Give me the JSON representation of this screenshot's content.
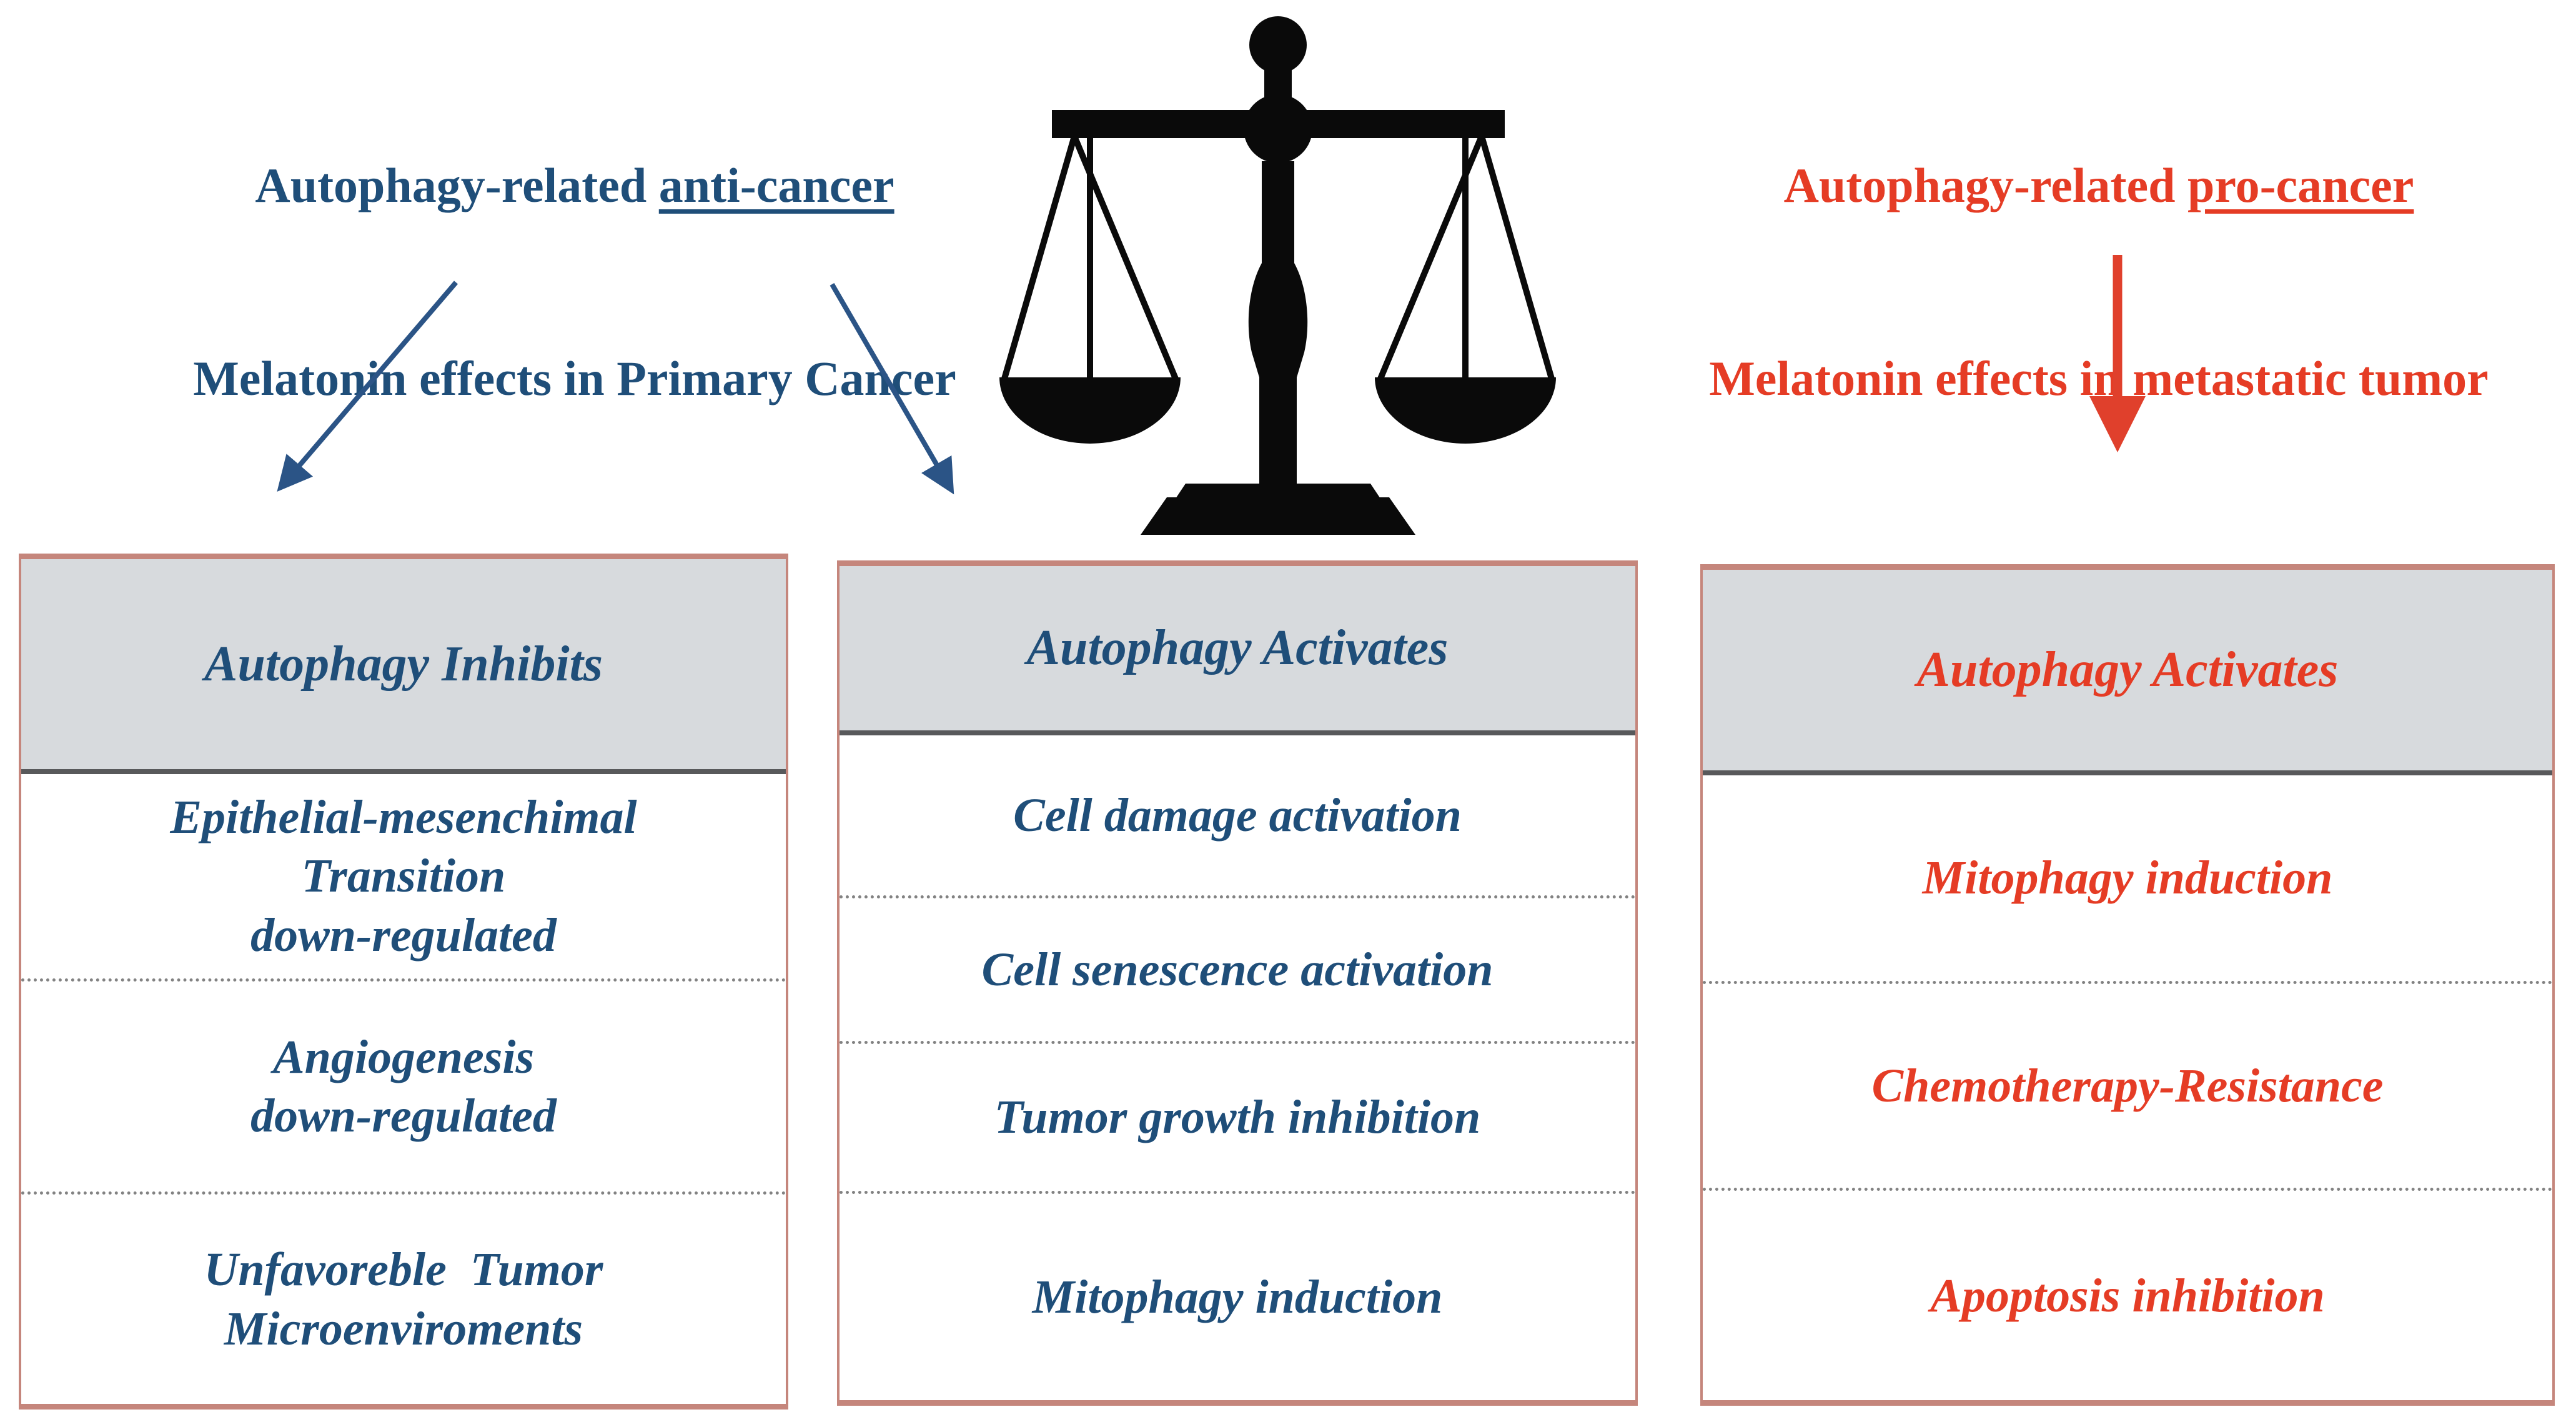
{
  "left_title": {
    "before_underline": "Autophagy-related ",
    "underlined": "anti-cancer",
    "line2": "Melatonin effects in Primary Cancer"
  },
  "right_title": {
    "before_underline": "Autophagy-related ",
    "underlined": "pro-cancer",
    "line2": "Melatonin effects in metastatic tumor"
  },
  "tables": {
    "left": {
      "header": "Autophagy Inhibits",
      "rows": [
        {
          "lines": [
            "Epithelial-mesenchimal",
            "Transition",
            "down-regulated"
          ]
        },
        {
          "lines": [
            "Angiogenesis",
            "down-regulated"
          ]
        },
        {
          "lines": [
            "Unfavoreble  Tumor",
            "Microenviroments"
          ]
        }
      ]
    },
    "middle": {
      "header": "Autophagy Activates",
      "rows": [
        {
          "lines": [
            "Cell damage activation"
          ]
        },
        {
          "lines": [
            "Cell senescence activation"
          ]
        },
        {
          "lines": [
            "Tumor growth inhibition"
          ]
        },
        {
          "lines": [
            "Mitophagy induction"
          ]
        }
      ]
    },
    "right": {
      "header": "Autophagy Activates",
      "rows": [
        {
          "lines": [
            "Mitophagy induction"
          ]
        },
        {
          "lines": [
            "Chemotherapy-Resistance"
          ]
        },
        {
          "lines": [
            "Apoptosis inhibition"
          ]
        }
      ]
    }
  },
  "icons": {
    "balance_scale": "balance-scale-icon",
    "arrow_to_left_table": "blue-arrow-down-left",
    "arrow_to_middle_table": "blue-arrow-down-right",
    "arrow_to_right_table": "red-arrow-down"
  },
  "colors": {
    "anti_cancer_blue": "#1F4E79",
    "pro_cancer_red": "#E53C25",
    "arrow_blue": "#2B5486",
    "arrow_red": "#E0402C",
    "table_header_bg": "#D7DADD",
    "table_border": "#C5867C",
    "header_rule": "#58595B",
    "scale_black": "#0A0A0A"
  }
}
